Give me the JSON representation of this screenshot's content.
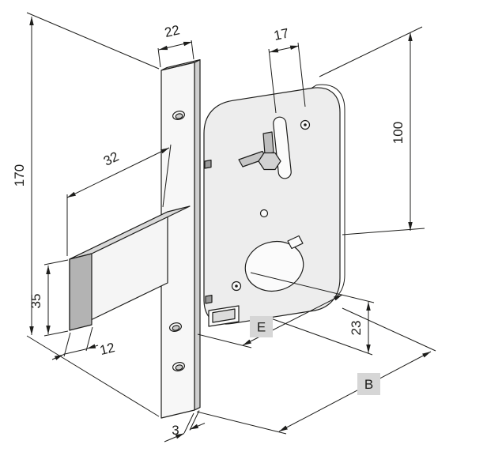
{
  "dims": {
    "faceplate_width": "22",
    "follower_width": "17",
    "faceplate_height": "170",
    "bolt_throw": "32",
    "case_height": "100",
    "bolt_end_height": "35",
    "bolt_end_width": "12",
    "axis_to_bottom": "23",
    "backset": "E",
    "case_depth": "B",
    "faceplate_thickness": "3"
  },
  "colors": {
    "line": "#1d1d1b",
    "paper": "#ffffff",
    "case_face": "#ededed",
    "plate_face": "#f7f7f7",
    "plate_side": "#cfcfcf",
    "plate_top": "#e0e0e0",
    "bolt_top": "#d9d9d9",
    "bolt_side": "#f5f5f5",
    "bolt_end": "#b3b3b3",
    "hole_fill": "#fbfbfb",
    "label_chip": "#d6d6d6"
  }
}
